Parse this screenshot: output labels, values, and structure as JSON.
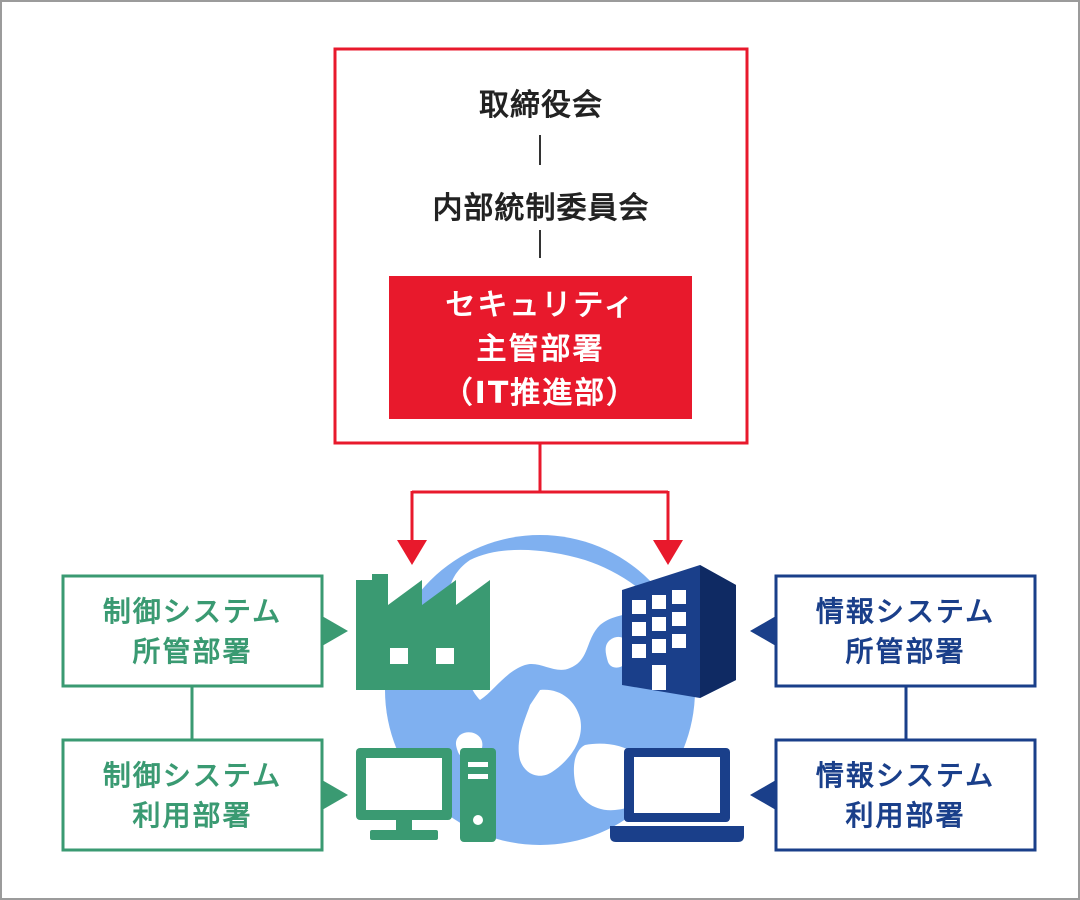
{
  "governance": {
    "board": "取締役会",
    "committee": "内部統制委員会",
    "security_dept": {
      "line1": "セキュリティ",
      "line2": "主管部署",
      "line3": "（IT推進部）"
    }
  },
  "control": {
    "manage": {
      "line1": "制御システム",
      "line2": "所管部署"
    },
    "use": {
      "line1": "制御システム",
      "line2": "利用部署"
    }
  },
  "info": {
    "manage": {
      "line1": "情報システム",
      "line2": "所管部署"
    },
    "use": {
      "line1": "情報システム",
      "line2": "利用部署"
    }
  },
  "icons": {
    "factory": "factory-icon",
    "building": "office-building-icon",
    "desktop": "desktop-computer-icon",
    "laptop": "laptop-icon",
    "globe": "globe-icon"
  },
  "colors": {
    "red": "#e8192c",
    "green": "#3a9a72",
    "blue": "#1a3f8a",
    "globe": "#7fb0f0"
  }
}
